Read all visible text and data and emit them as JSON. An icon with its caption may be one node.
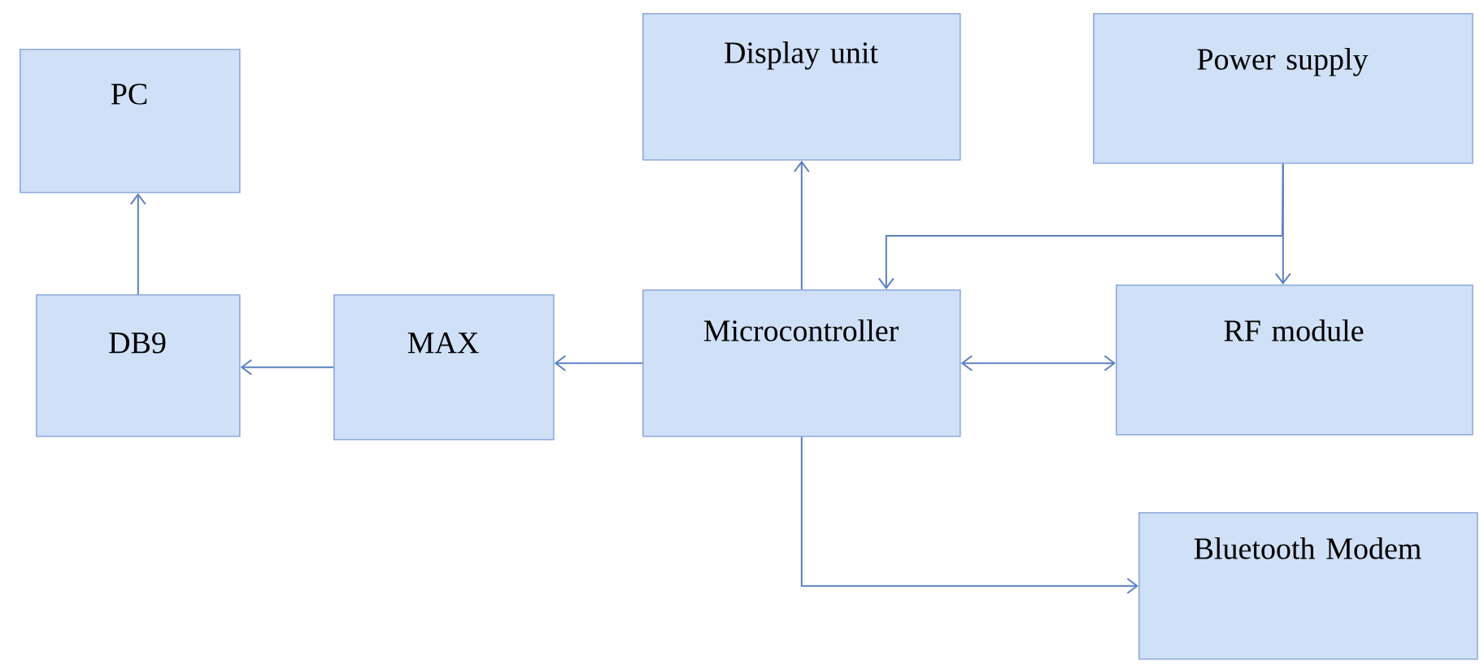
{
  "diagram": {
    "nodes": [
      {
        "text": [
          "PC"
        ]
      },
      {
        "text": [
          "Display unit"
        ]
      },
      {
        "text": [
          "Power supply"
        ]
      },
      {
        "text": [
          "DB9"
        ]
      },
      {
        "text": [
          "MAX"
        ]
      },
      {
        "text": [
          "Microcontroller"
        ]
      },
      {
        "text": [
          "RF module"
        ]
      },
      {
        "text": [
          "Bluetooth Modem"
        ]
      }
    ],
    "edges": [
      {
        "from": 3,
        "to": 0,
        "arrow": "to"
      },
      {
        "from": 4,
        "to": 3,
        "arrow": "to"
      },
      {
        "from": 5,
        "to": 4,
        "arrow": "to"
      },
      {
        "from": 5,
        "to": 1,
        "arrow": "to"
      },
      {
        "from": 5,
        "to": 6,
        "arrow": "both"
      },
      {
        "from": 2,
        "to": 6,
        "arrow": "to"
      },
      {
        "from": 2,
        "to": 5,
        "arrow": "to"
      },
      {
        "from": 5,
        "to": 7,
        "arrow": "to"
      }
    ]
  }
}
